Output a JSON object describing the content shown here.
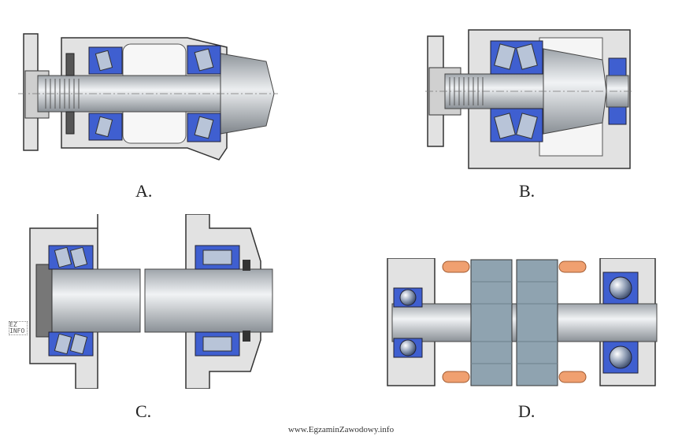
{
  "labels": {
    "a": "A.",
    "b": "B.",
    "c": "C.",
    "d": "D."
  },
  "footer": "www.EgzaminZawodowy.info",
  "watermark": "EZ INFO",
  "colors": {
    "housing": "#dcdcdc",
    "shaft": "#c9ccd0",
    "bearing": "#3f5fd0",
    "roller": "#b8c4d8",
    "gear": "#8fa3b0",
    "seal": "#f0a070",
    "outline": "#333333"
  }
}
